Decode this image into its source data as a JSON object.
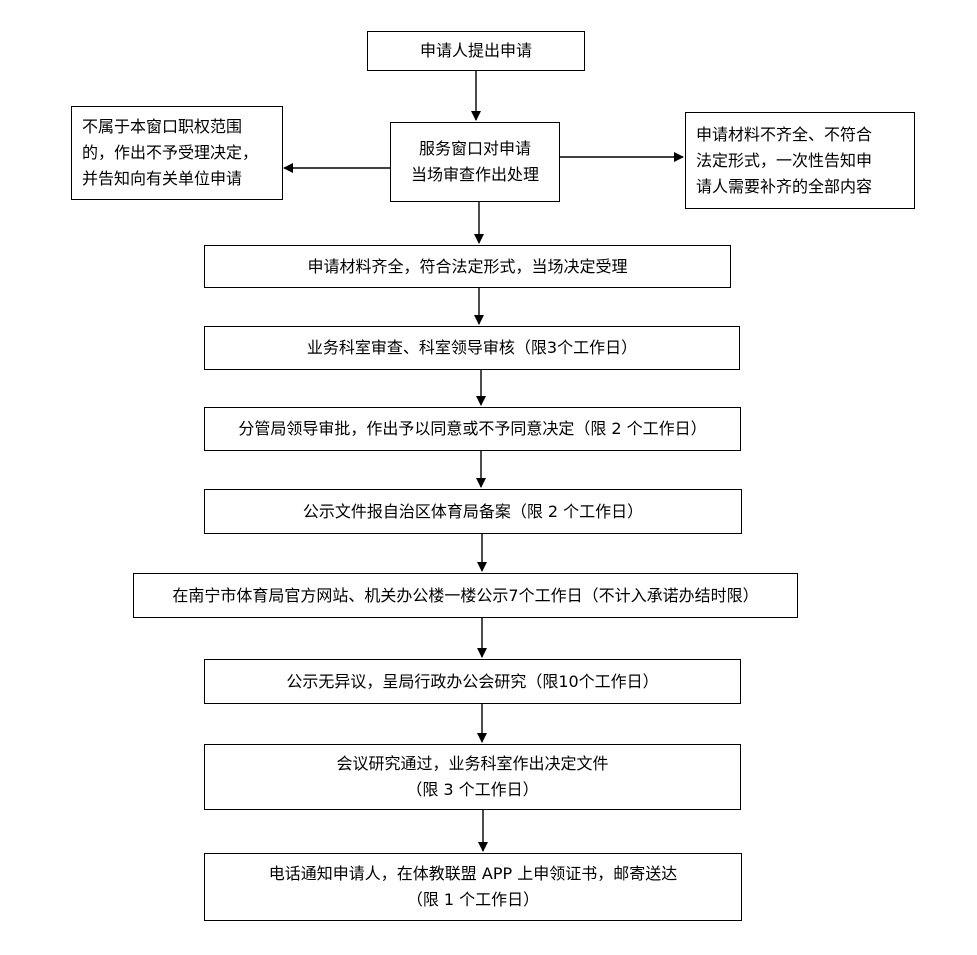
{
  "flowchart": {
    "start": {
      "text": "申请人提出申请"
    },
    "window_review": {
      "lines": [
        "服务窗口对申请",
        "当场审查作出处理"
      ]
    },
    "reject_branch": {
      "lines": [
        "不属于本窗口职权范围",
        "的，作出不予受理决定，",
        "并告知向有关单位申请"
      ]
    },
    "supplement_branch": {
      "lines": [
        "申请材料不齐全、不符合",
        "法定形式，一次性告知申",
        "请人需要补齐的全部内容"
      ]
    },
    "steps": [
      {
        "lines": [
          "申请材料齐全，符合法定形式，当场决定受理"
        ]
      },
      {
        "lines": [
          "业务科室审查、科室领导审核（限3个工作日）"
        ]
      },
      {
        "lines": [
          "分管局领导审批，作出予以同意或不予同意决定（限 2 个工作日）"
        ]
      },
      {
        "lines": [
          "公示文件报自治区体育局备案（限 2 个工作日）"
        ]
      },
      {
        "lines": [
          "在南宁市体育局官方网站、机关办公楼一楼公示7个工作日（不计入承诺办结时限）"
        ]
      },
      {
        "lines": [
          "公示无异议，呈局行政办公会研究（限10个工作日）"
        ]
      },
      {
        "lines": [
          "会议研究通过，业务科室作出决定文件",
          "（限 3 个工作日）"
        ]
      },
      {
        "lines": [
          "电话通知申请人，在体教联盟 APP 上申领证书，邮寄送达",
          "（限 1 个工作日）"
        ]
      }
    ]
  }
}
